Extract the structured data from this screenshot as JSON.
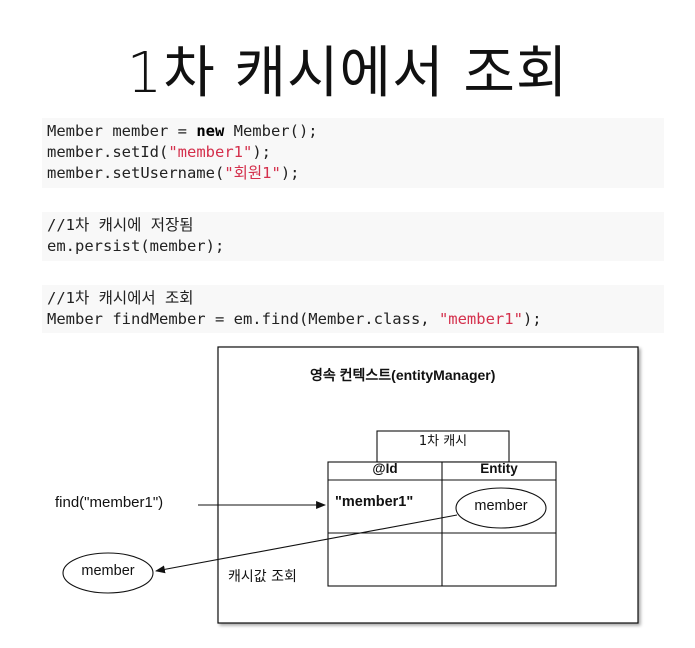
{
  "title": "1차 캐시에서 조회",
  "code": {
    "b1_l1_a": "Member member = ",
    "b1_l1_kw": "new",
    "b1_l1_b": " Member();",
    "b1_l2_a": "member.setId(",
    "b1_l2_str": "\"member1\"",
    "b1_l2_b": ");",
    "b1_l3_a": "member.setUsername(",
    "b1_l3_str": "\"회원1\"",
    "b1_l3_b": ");",
    "b2_l1": "//1차 캐시에 저장됨",
    "b2_l2": "em.persist(member);",
    "b3_l1": "//1차 캐시에서 조회",
    "b3_l2_a": "Member findMember = em.find(Member.class, ",
    "b3_l2_str": "\"member1\"",
    "b3_l2_b": ");"
  },
  "diagram": {
    "persistence_context_title": "영속 컨텍스트(entityManager)",
    "cache_title": "1차 캐시",
    "col_id": "@Id",
    "col_entity": "Entity",
    "row_key": "\"member1\"",
    "row_entity": "member",
    "find_call": "find(\"member1\")",
    "result_entity": "member",
    "cache_lookup_label": "캐시값 조회"
  }
}
